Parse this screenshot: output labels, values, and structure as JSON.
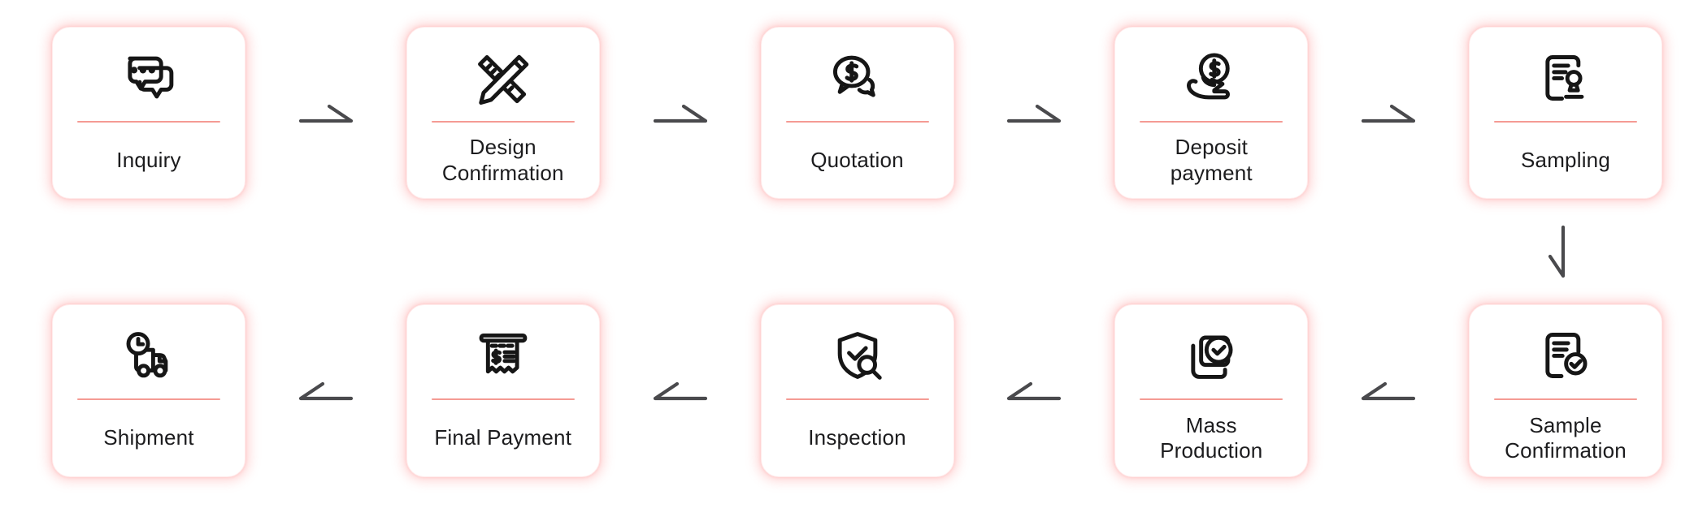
{
  "colors": {
    "card_background": "#ffffff",
    "card_glow": "#ff8a8a",
    "divider": "#f59b94",
    "label_text": "#1c1c1e",
    "arrow": "#4a4a4d",
    "icon_stroke": "#161616"
  },
  "rows": [
    {
      "name": "top",
      "flow": "left-to-right",
      "arrow_direction": "right",
      "steps": [
        {
          "label": "Inquiry",
          "icon": "chat-bubbles-icon"
        },
        {
          "label": "Design\nConfirmation",
          "icon": "pencil-ruler-icon"
        },
        {
          "label": "Quotation",
          "icon": "dollar-chat-icon"
        },
        {
          "label": "Deposit\npayment",
          "icon": "hand-coin-icon"
        },
        {
          "label": "Sampling",
          "icon": "document-stamp-icon"
        }
      ]
    },
    {
      "name": "bottom",
      "flow": "right-to-left",
      "arrow_direction": "left",
      "steps": [
        {
          "label": "Shipment",
          "icon": "truck-clock-icon"
        },
        {
          "label": "Final Payment",
          "icon": "receipt-icon"
        },
        {
          "label": "Inspection",
          "icon": "shield-check-search-icon"
        },
        {
          "label": "Mass\nProduction",
          "icon": "stacked-sheets-check-icon"
        },
        {
          "label": "Sample\nConfirmation",
          "icon": "document-check-icon"
        }
      ]
    }
  ],
  "connector": {
    "from": "Sampling",
    "to": "Sample Confirmation",
    "direction": "down"
  }
}
